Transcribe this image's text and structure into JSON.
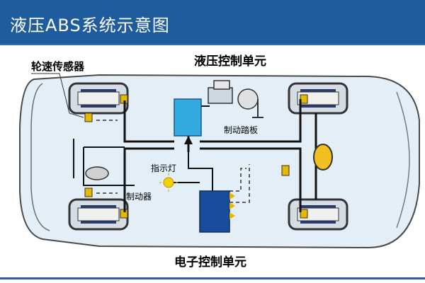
{
  "header": {
    "title": "液压ABS系统示意图"
  },
  "labels": {
    "wheel_speed_sensor": "轮速传感器",
    "hydraulic_control_unit": "液压控制单元",
    "brake_pedal": "制动踏板",
    "indicator_light": "指示灯",
    "brake": "制动器",
    "electronic_control_unit": "电子控制单元"
  },
  "colors": {
    "title_bar": "#1e5c9e",
    "car_body": "#e3eef6",
    "unit_light_blue": "#33aae0",
    "unit_dark_blue": "#1a4c9c",
    "line": "#111111",
    "indicator": "#f2d000"
  }
}
